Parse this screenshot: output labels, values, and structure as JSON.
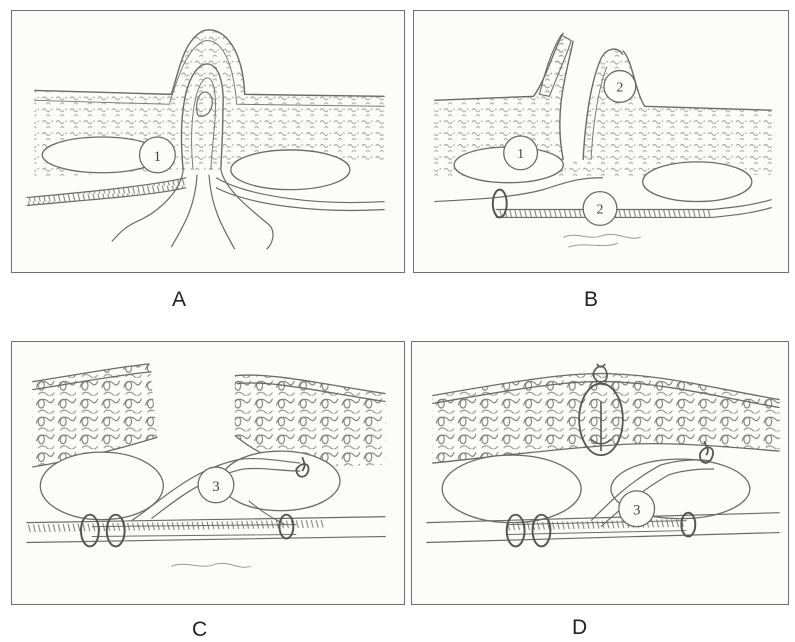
{
  "figure": {
    "panels": [
      {
        "id": "A",
        "label": "A",
        "markers": [
          "1"
        ]
      },
      {
        "id": "B",
        "label": "B",
        "markers": [
          "2",
          "1",
          "2"
        ]
      },
      {
        "id": "C",
        "label": "C",
        "markers": [
          "3"
        ]
      },
      {
        "id": "D",
        "label": "D",
        "markers": [
          "3"
        ]
      }
    ],
    "colors": {
      "ink": "#6a6a6a",
      "border": "#6e6e6e",
      "paper": "#fcfcfa"
    }
  }
}
